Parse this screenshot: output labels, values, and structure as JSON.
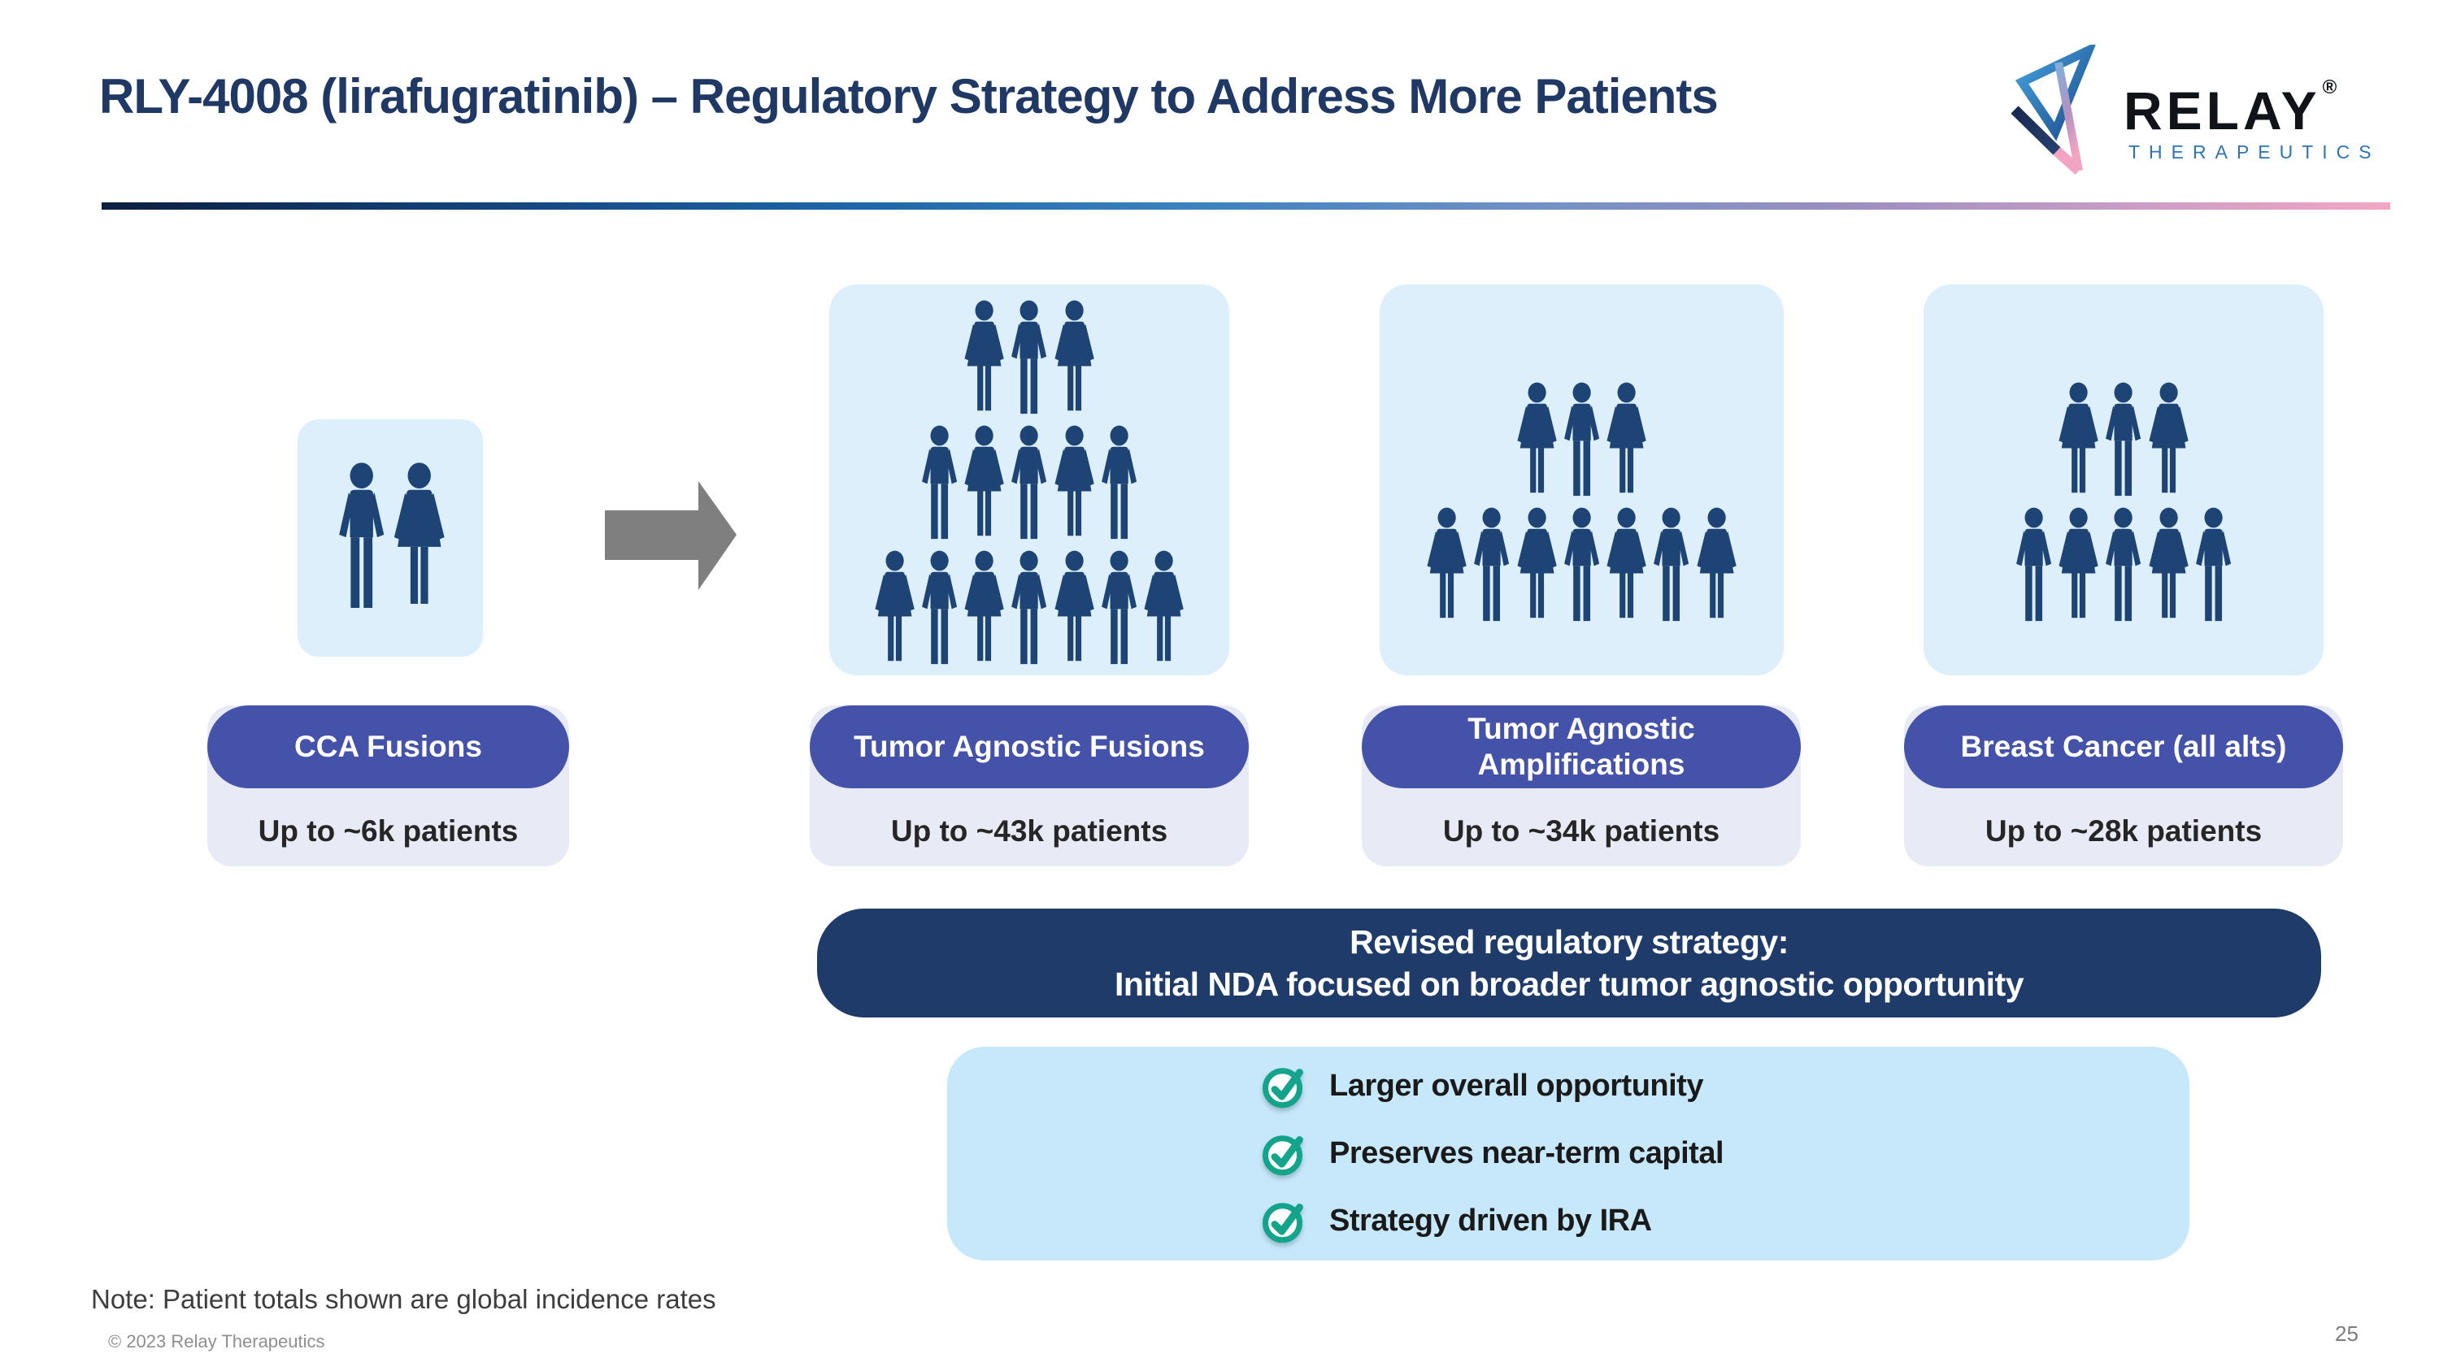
{
  "header": {
    "title": "RLY-4008 (lirafugratinib) – Regulatory Strategy to Address More Patients"
  },
  "logo": {
    "brand": "RELAY",
    "registered": "®",
    "subtitle": "THERAPEUTICS"
  },
  "groups": [
    {
      "label": "CCA Fusions",
      "patients": "Up to ~6k patients",
      "people_rows": [
        [
          "M",
          "W"
        ]
      ]
    },
    {
      "label": "Tumor Agnostic Fusions",
      "patients": "Up to ~43k patients",
      "people_rows": [
        [
          "W",
          "M",
          "W"
        ],
        [
          "M",
          "W",
          "M",
          "W",
          "M"
        ],
        [
          "W",
          "M",
          "W",
          "M",
          "W",
          "M",
          "W"
        ]
      ]
    },
    {
      "label": "Tumor Agnostic Amplifications",
      "patients": "Up to ~34k patients",
      "people_rows": [
        [
          "W",
          "M",
          "W"
        ],
        [
          "W",
          "M",
          "W",
          "M",
          "W",
          "M",
          "W"
        ]
      ]
    },
    {
      "label": "Breast Cancer (all alts)",
      "patients": "Up to ~28k patients",
      "people_rows": [
        [
          "W",
          "M",
          "W"
        ],
        [
          "M",
          "W",
          "M",
          "W",
          "M"
        ]
      ]
    }
  ],
  "banner": {
    "line1": "Revised regulatory strategy:",
    "line2": "Initial NDA focused on broader tumor agnostic opportunity"
  },
  "benefits": [
    {
      "icon": "check-circle",
      "label": "Larger overall opportunity"
    },
    {
      "icon": "check-circle",
      "label": "Preserves near-term capital"
    },
    {
      "icon": "check-circle",
      "label": "Strategy driven by IRA"
    }
  ],
  "footer": {
    "note": "Note: Patient totals shown are global incidence rates",
    "copyright": "© 2023 Relay Therapeutics",
    "page_number": "25"
  },
  "colors": {
    "title_navy": "#1f3864",
    "people_navy": "#1d4475",
    "icon_box_blue": "#ddeffa",
    "pill_indigo": "#4552a9",
    "lavender": "#e8eaf5",
    "banner_navy": "#1e3b6a",
    "benefits_box_blue": "#c7e8fb",
    "check_teal": "#14a38b",
    "arrow_gray": "#7f7f7f",
    "logo_text_blue": "#2d74b5"
  }
}
